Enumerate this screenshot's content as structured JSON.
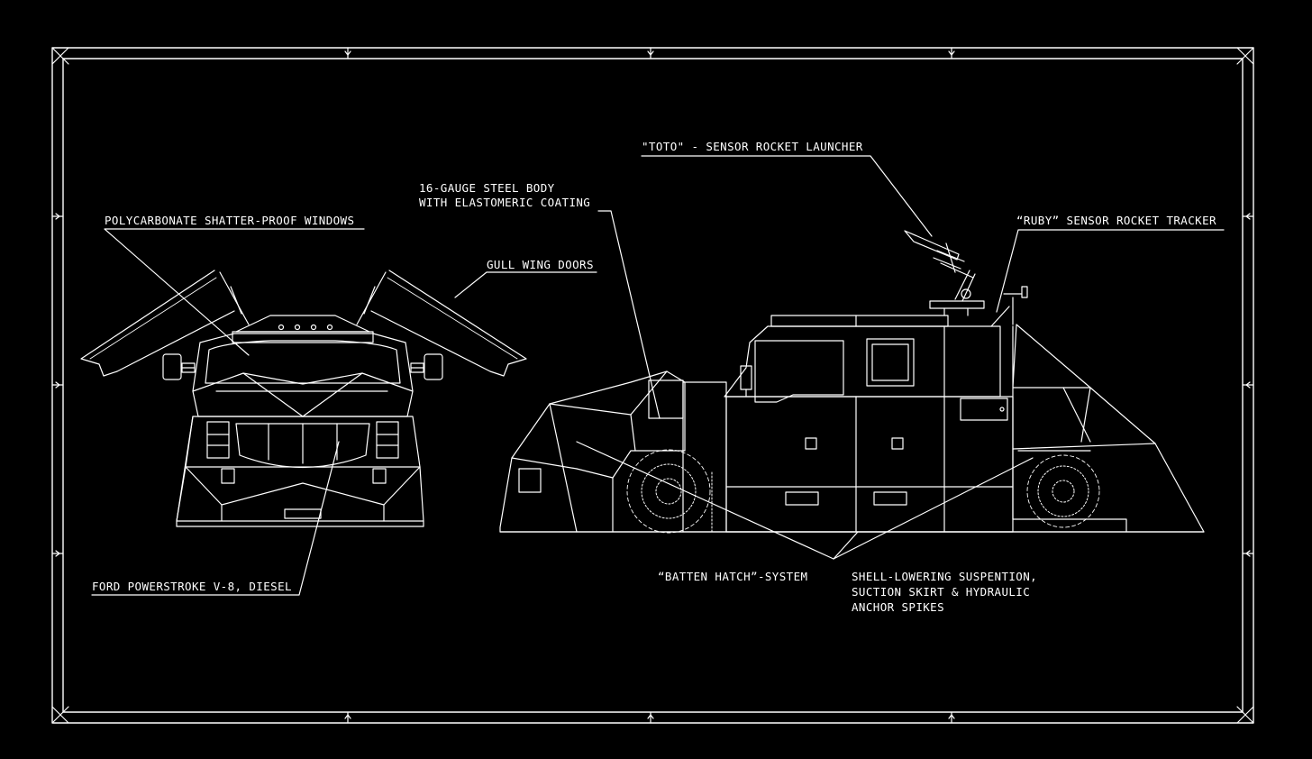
{
  "colors": {
    "background": "#000000",
    "line": "#ffffff"
  },
  "labels": {
    "windows": "POLYCARBONATE SHATTER-PROOF WINDOWS",
    "gull_doors": "GULL WING DOORS",
    "steel_body_line1": "16-GAUGE STEEL BODY",
    "steel_body_line2": "WITH ELASTOMERIC COATING",
    "toto": "\"TOTO\" - SENSOR ROCKET LAUNCHER",
    "ruby": "“RUBY” SENSOR ROCKET TRACKER",
    "engine": "FORD POWERSTROKE V-8, DIESEL",
    "batten": "“BATTEN HATCH”-SYSTEM",
    "shell_line1": "SHELL-LOWERING SUSPENTION,",
    "shell_line2": "SUCTION SKIRT & HYDRAULIC",
    "shell_line3": "ANCHOR SPIKES"
  }
}
